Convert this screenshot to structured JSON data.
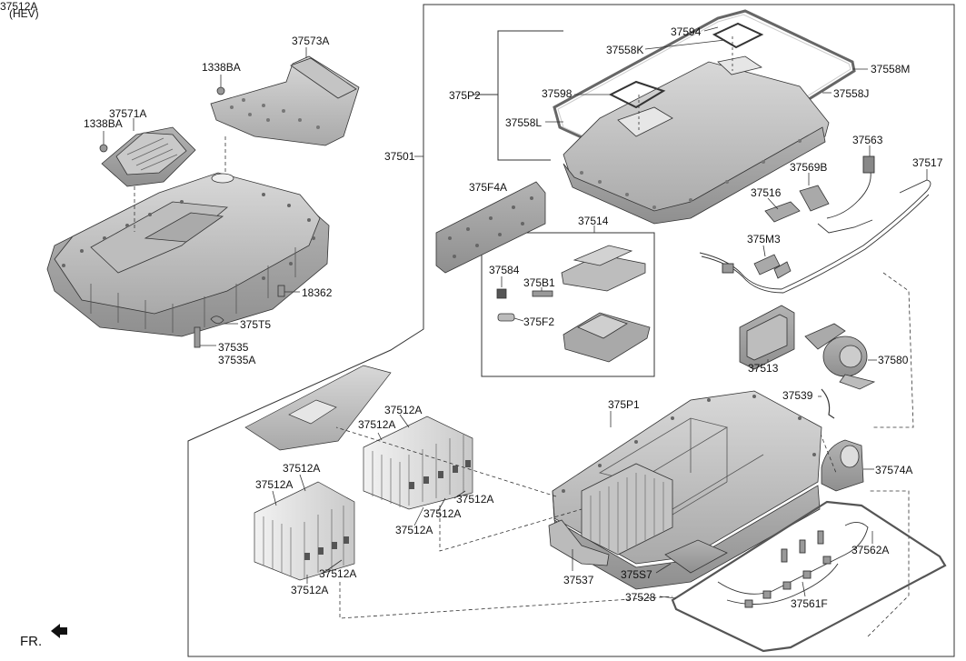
{
  "variant_label": "(HEV)",
  "direction_label": "FR.",
  "direction_icon": "front-arrow-icon",
  "parts": [
    {
      "id": "p37573A",
      "label": "37573A"
    },
    {
      "id": "p1338BA_a",
      "label": "1338BA"
    },
    {
      "id": "p37571A",
      "label": "37571A"
    },
    {
      "id": "p1338BA_b",
      "label": "1338BA"
    },
    {
      "id": "p18362",
      "label": "18362"
    },
    {
      "id": "p375T5",
      "label": "375T5"
    },
    {
      "id": "p37535",
      "label": "37535"
    },
    {
      "id": "p37535A",
      "label": "37535A"
    },
    {
      "id": "p37501",
      "label": "37501"
    },
    {
      "id": "p37594",
      "label": "37594"
    },
    {
      "id": "p37558K",
      "label": "37558K"
    },
    {
      "id": "p37558M",
      "label": "37558M"
    },
    {
      "id": "p375P2",
      "label": "375P2"
    },
    {
      "id": "p37598",
      "label": "37598"
    },
    {
      "id": "p37558J",
      "label": "37558J"
    },
    {
      "id": "p37558L",
      "label": "37558L"
    },
    {
      "id": "p37563",
      "label": "37563"
    },
    {
      "id": "p37569B",
      "label": "37569B"
    },
    {
      "id": "p37517",
      "label": "37517"
    },
    {
      "id": "p375F4A",
      "label": "375F4A"
    },
    {
      "id": "p37516",
      "label": "37516"
    },
    {
      "id": "p37514",
      "label": "37514"
    },
    {
      "id": "p375M3",
      "label": "375M3"
    },
    {
      "id": "p37584",
      "label": "37584"
    },
    {
      "id": "p375B1",
      "label": "375B1"
    },
    {
      "id": "p375F2",
      "label": "375F2"
    },
    {
      "id": "p37513",
      "label": "37513"
    },
    {
      "id": "p37580",
      "label": "37580"
    },
    {
      "id": "p37539",
      "label": "37539"
    },
    {
      "id": "p375P1",
      "label": "375P1"
    },
    {
      "id": "p37574A",
      "label": "37574A"
    },
    {
      "id": "p37512A_1",
      "label": "37512A"
    },
    {
      "id": "p37512A_2",
      "label": "37512A"
    },
    {
      "id": "p37512A_3",
      "label": "37512A"
    },
    {
      "id": "p37512A_4",
      "label": "37512A"
    },
    {
      "id": "p37512A_5",
      "label": "37512A"
    },
    {
      "id": "p37512A_6",
      "label": "37512A"
    },
    {
      "id": "p37512A_7",
      "label": "37512A"
    },
    {
      "id": "p37512A_8",
      "label": "37512A"
    },
    {
      "id": "p37512A_9",
      "label": "37512A"
    },
    {
      "id": "p37512A_10",
      "label": "37512A"
    },
    {
      "id": "p37537",
      "label": "37537"
    },
    {
      "id": "p375S7",
      "label": "375S7"
    },
    {
      "id": "p37562A",
      "label": "37562A"
    },
    {
      "id": "p37528",
      "label": "37528"
    },
    {
      "id": "p37561F",
      "label": "37561F"
    }
  ]
}
